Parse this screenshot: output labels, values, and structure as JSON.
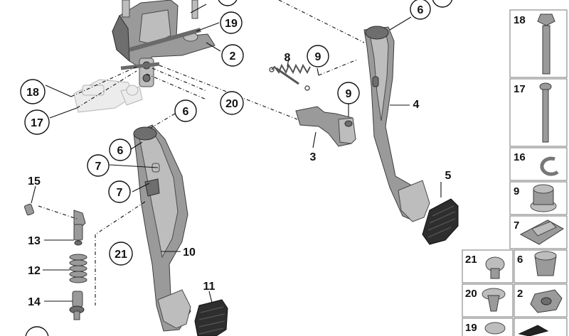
{
  "callouts": {
    "c1": "6",
    "c2": "19",
    "c3": "2",
    "c4": "8",
    "c5": "9",
    "c6": "9",
    "c7": "4",
    "c8": "3",
    "c9": "18",
    "c10": "17",
    "c11": "20",
    "c12": "6",
    "c13": "6",
    "c14": "7",
    "c15": "7",
    "c16": "5",
    "c17": "15",
    "c18": "13",
    "c19": "12",
    "c20": "14",
    "c21": "21",
    "c22": "10",
    "c23": "11"
  },
  "legend": {
    "r1": "18",
    "r2": "17",
    "r3": "16",
    "r4": "9",
    "r5": "7",
    "r6a": "21",
    "r6b": "6",
    "r7a": "20",
    "r7b": "2",
    "r8": "19"
  }
}
